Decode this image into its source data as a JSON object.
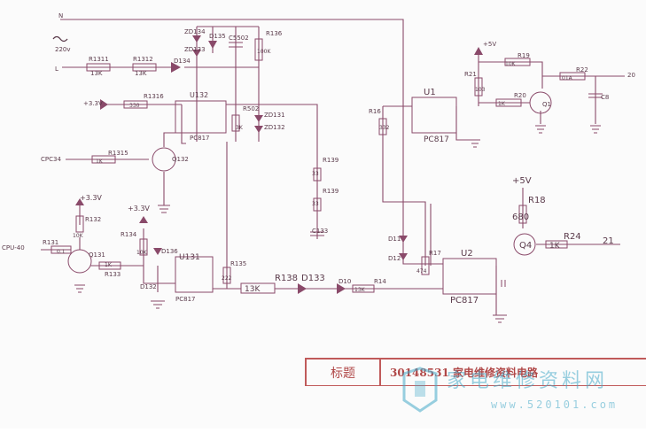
{
  "diagram": {
    "mains": {
      "n_label": "N",
      "l_label": "L",
      "voltage": "220v"
    },
    "labels": {
      "R1311": "R1311",
      "R1311_val": "13K",
      "R1312": "R1312",
      "R1312_val": "13K",
      "D134": "D134",
      "ZD134": "ZD134",
      "ZD133": "ZD133",
      "D135": "D135",
      "C5502": "C5502",
      "R136": "R136",
      "R136_val": "100K",
      "v33_a": "+3.3V",
      "R1316": "R1316",
      "R1316_val": "330",
      "U132": "U132",
      "U132_type": "PC817",
      "R502": "R502",
      "R502_val": "3K",
      "ZD131": "ZD131",
      "ZD132": "ZD132",
      "CPC34": "CPC34",
      "R1315": "R1315",
      "R1315_val": "1K",
      "Q132": "Q132",
      "v33_b": "+3.3V",
      "R132": "R132",
      "R132_val": "10K",
      "v33_c": "+3.3V",
      "R134": "R134",
      "R134_val": "10K",
      "CPU40": "CPU-40",
      "R131": "R131",
      "R131_val": "0.1",
      "Q131": "Q131",
      "R133": "R133",
      "R133_val": "1K",
      "D136": "D136",
      "D132": "D132",
      "U131": "U131",
      "U131_type": "PC817",
      "R135": "R135",
      "R135_val": "222",
      "R139a": "R139",
      "R139a_val": "33",
      "R139b": "R139",
      "R139b_val": "33",
      "C133": "C133",
      "R138": "R138",
      "R138_val": "13K",
      "D133": "D133",
      "D10": "D10",
      "R14": "R14",
      "R14_val": "13K",
      "R16": "R16",
      "R16_val": "332",
      "U1": "U1",
      "U1_type": "PC817",
      "v5_a": "+5V",
      "R21": "R21",
      "R21_val": "103",
      "R19": "R19",
      "R19_val": "10K",
      "R20": "R20",
      "R20_val": "1K",
      "Q1": "Q1",
      "R22": "R22",
      "R22_val": "01A",
      "C8": "C8",
      "out20": "20",
      "D11": "D11",
      "D12": "D12",
      "R17": "R17",
      "R17_val": "474",
      "U2": "U2",
      "U2_type": "PC817",
      "v5_b": "+5V",
      "R18": "R18",
      "R18_val": "680",
      "Q4": "Q4",
      "R24": "R24",
      "R24_val": "1K",
      "out21": "21"
    }
  },
  "title_block": {
    "label": "标题",
    "value": "30148531 家电维修资料电路"
  },
  "watermark": {
    "text": "家电维修资料网",
    "url": "www.520101.com"
  },
  "colors": {
    "line": "#b04848",
    "wire": "#8a4a6a",
    "ink": "#5a3a4a",
    "watermark": "#46aac8"
  }
}
